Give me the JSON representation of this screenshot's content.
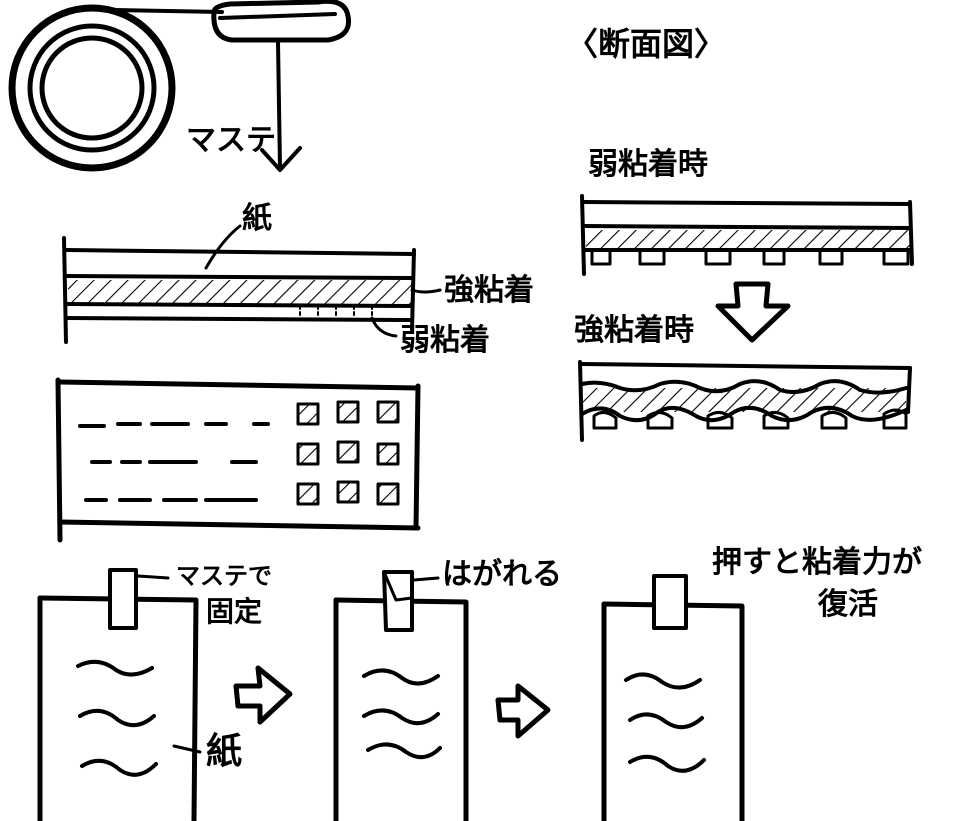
{
  "labels": {
    "masking_tape": "マステ",
    "cross_section_title": "〈断面図〉",
    "paper_layer": "紙",
    "strong_adhesive": "強粘着",
    "weak_adhesive": "弱粘着",
    "weak_adhesion_state": "弱粘着時",
    "strong_adhesion_state": "強粘着時",
    "fixed_with_tape_line1": "マステで",
    "fixed_with_tape_line2": "固定",
    "peels_off": "はがれる",
    "press_restores_line1": "押すと粘着力が",
    "press_restores_line2": "復活",
    "paper_sheet": "紙"
  }
}
